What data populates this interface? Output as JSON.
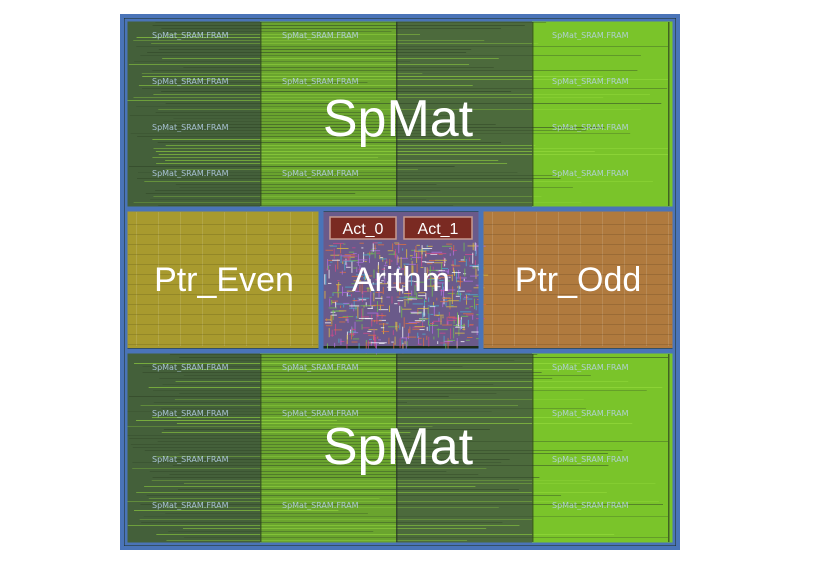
{
  "chip": {
    "regions": {
      "top": {
        "label": "SpMat"
      },
      "bottom": {
        "label": "SpMat"
      },
      "left": {
        "label": "Ptr_Even"
      },
      "center": {
        "label": "Arithm"
      },
      "right": {
        "label": "Ptr_Odd"
      }
    },
    "activation_blocks": [
      {
        "label": "Act_0"
      },
      {
        "label": "Act_1"
      }
    ],
    "sram_macro_label": "SpMat_SRAM.FRAM",
    "colors": {
      "border": "#4a74b8",
      "sram_dark": "#44603a",
      "sram_bright": "#6fb22e",
      "ptr_even": "#a89a2e",
      "ptr_odd": "#b07a3e",
      "act_fill": "#7a2a22"
    }
  }
}
